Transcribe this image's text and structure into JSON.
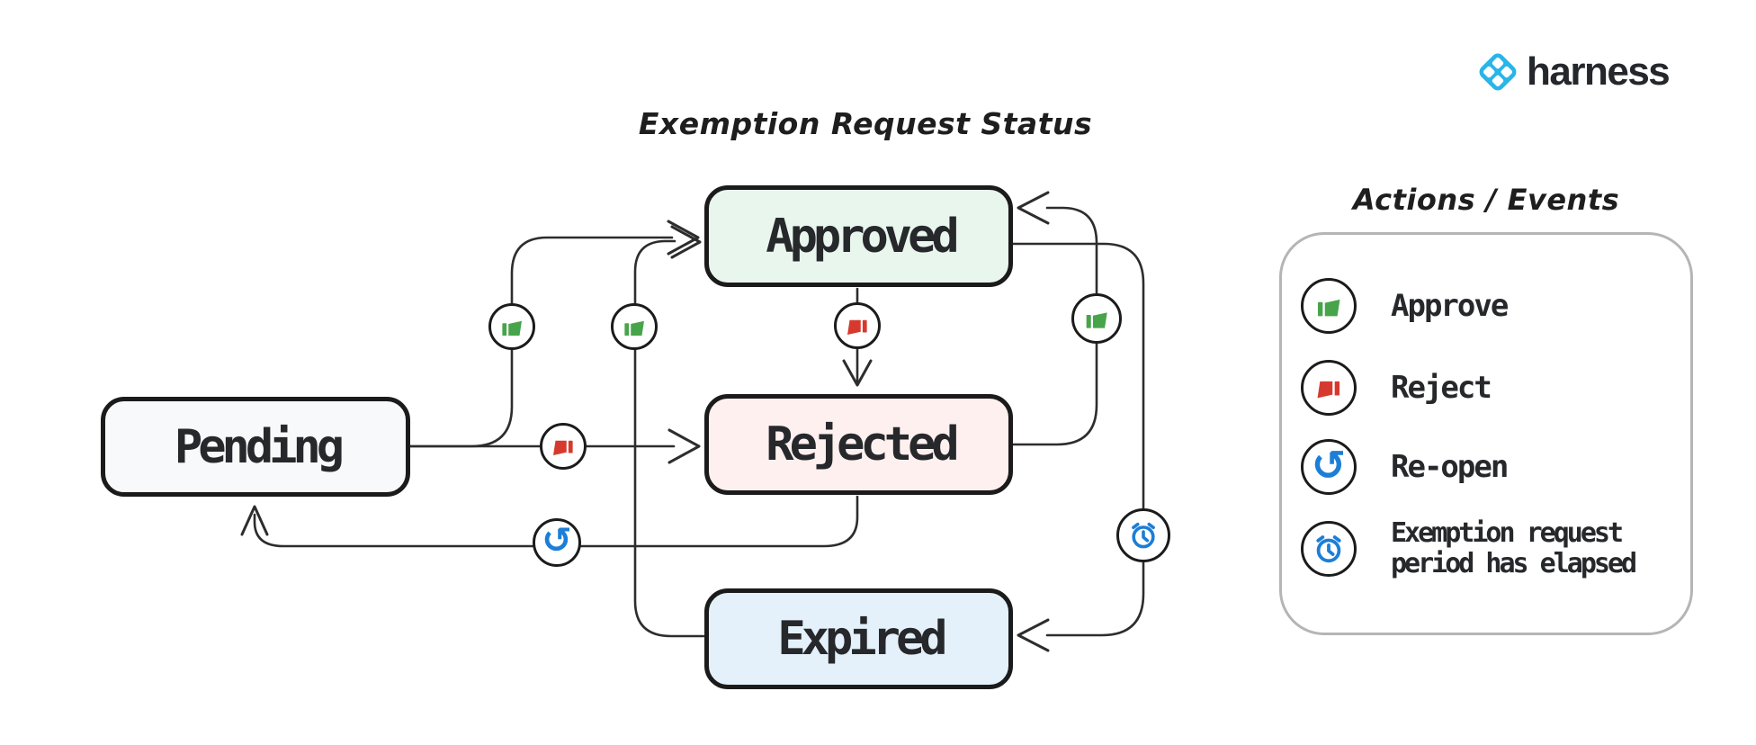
{
  "brand": {
    "name": "harness"
  },
  "diagram": {
    "title": "Exemption Request Status",
    "states": [
      {
        "name": "Pending",
        "fill": "#f8f9fa"
      },
      {
        "name": "Approved",
        "fill": "#e9f6ee"
      },
      {
        "name": "Rejected",
        "fill": "#fdf0ee"
      },
      {
        "name": "Expired",
        "fill": "#e4f1fb"
      }
    ],
    "transitions": [
      {
        "from": "Pending",
        "to": "Approved",
        "action": "Approve"
      },
      {
        "from": "Pending",
        "to": "Rejected",
        "action": "Reject"
      },
      {
        "from": "Approved",
        "to": "Rejected",
        "action": "Reject"
      },
      {
        "from": "Rejected",
        "to": "Approved",
        "action": "Approve"
      },
      {
        "from": "Approved",
        "to": "Expired",
        "action": "Exemption request period has elapsed"
      },
      {
        "from": "Rejected",
        "to": "Pending",
        "action": "Re-open"
      },
      {
        "from": "Expired",
        "to": "Approved",
        "action": "Approve"
      }
    ]
  },
  "legend": {
    "title": "Actions / Events",
    "items": [
      {
        "label": "Approve",
        "icon": "thumbs-up-icon",
        "color": "#47a44b"
      },
      {
        "label": "Reject",
        "icon": "thumbs-down-icon",
        "color": "#d63a2e"
      },
      {
        "label": "Re-open",
        "icon": "reopen-icon",
        "color": "#1c7ed6"
      },
      {
        "label": "Exemption request period has elapsed",
        "icon": "alarm-clock-icon",
        "color": "#1c7ed6"
      }
    ]
  },
  "icons": {
    "reopen_glyph": "↺"
  },
  "colors": {
    "approve_green": "#47a44b",
    "reject_red": "#d63a2e",
    "action_blue": "#1c7ed6",
    "stroke_dark": "#1e1e1e",
    "logo_blue": "#29b5e8",
    "legend_border_gray": "#b5b5b5"
  }
}
